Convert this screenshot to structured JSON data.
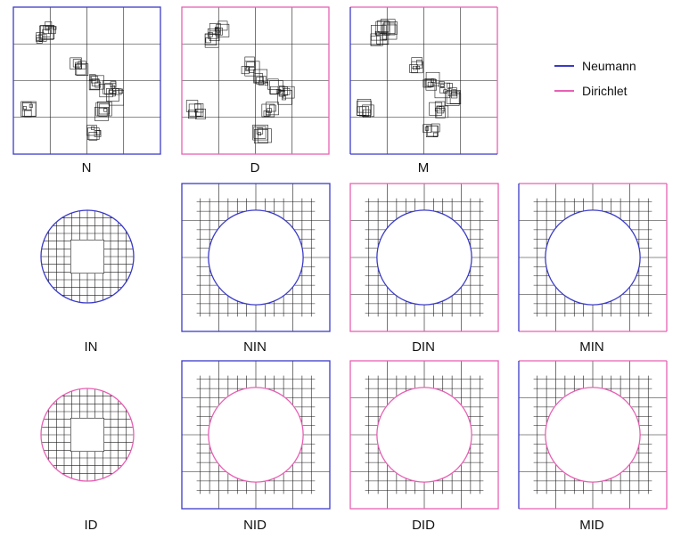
{
  "colors": {
    "neumann": "#3b3bc8",
    "dirichlet": "#e860b4",
    "grid": "#1a1a1a"
  },
  "legend": [
    {
      "label": "Neumann",
      "color": "#3b3bc8"
    },
    {
      "label": "Dirichlet",
      "color": "#e860b4"
    }
  ],
  "panels": [
    {
      "id": "N",
      "label": "N",
      "kind": "square",
      "outer": "neumann"
    },
    {
      "id": "D",
      "label": "D",
      "kind": "square",
      "outer": "dirichlet"
    },
    {
      "id": "M",
      "label": "M",
      "kind": "square",
      "outer": "mixed"
    },
    {
      "id": "IN",
      "label": "IN",
      "kind": "disk",
      "outer": "neumann"
    },
    {
      "id": "NIN",
      "label": "NIN",
      "kind": "annulus",
      "outer": "neumann",
      "inner": "neumann"
    },
    {
      "id": "DIN",
      "label": "DIN",
      "kind": "annulus",
      "outer": "dirichlet",
      "inner": "neumann"
    },
    {
      "id": "MIN",
      "label": "MIN",
      "kind": "annulus",
      "outer": "mixed",
      "inner": "neumann"
    },
    {
      "id": "ID",
      "label": "ID",
      "kind": "disk",
      "outer": "dirichlet"
    },
    {
      "id": "NID",
      "label": "NID",
      "kind": "annulus",
      "outer": "neumann",
      "inner": "dirichlet"
    },
    {
      "id": "DID",
      "label": "DID",
      "kind": "annulus",
      "outer": "dirichlet",
      "inner": "dirichlet"
    },
    {
      "id": "MID",
      "label": "MID",
      "kind": "annulus",
      "outer": "mixed",
      "inner": "dirichlet"
    }
  ]
}
